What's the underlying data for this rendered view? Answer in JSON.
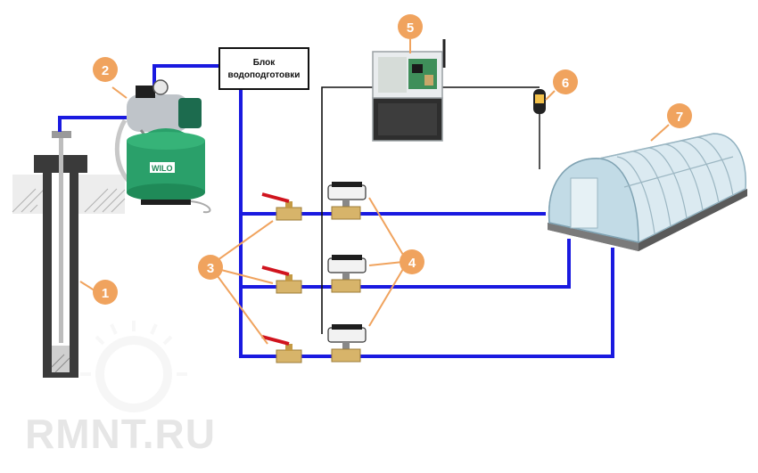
{
  "diagram": {
    "water_treatment_label_line1": "Блок",
    "water_treatment_label_line2": "водоподготовки",
    "pump_brand": "WILO",
    "watermark": "RMNT.RU",
    "badges": [
      "1",
      "2",
      "3",
      "4",
      "5",
      "6",
      "7"
    ]
  },
  "colors": {
    "pipe": "#1a1ae0",
    "badge": "#f0a35e",
    "leader": "#f0a35e",
    "tank": "#2aa06a",
    "ground": "#3a3a3a",
    "watermark": "#e6e6e6"
  },
  "icons": {
    "well": "well-casing-icon",
    "pump": "pump-station-icon",
    "filter_block": "water-treatment-box",
    "ball_valve": "ball-valve-icon",
    "solenoid_valve": "motorized-valve-icon",
    "controller": "controller-box-icon",
    "sensor": "soil-moisture-sensor-icon",
    "greenhouse": "greenhouse-icon"
  }
}
